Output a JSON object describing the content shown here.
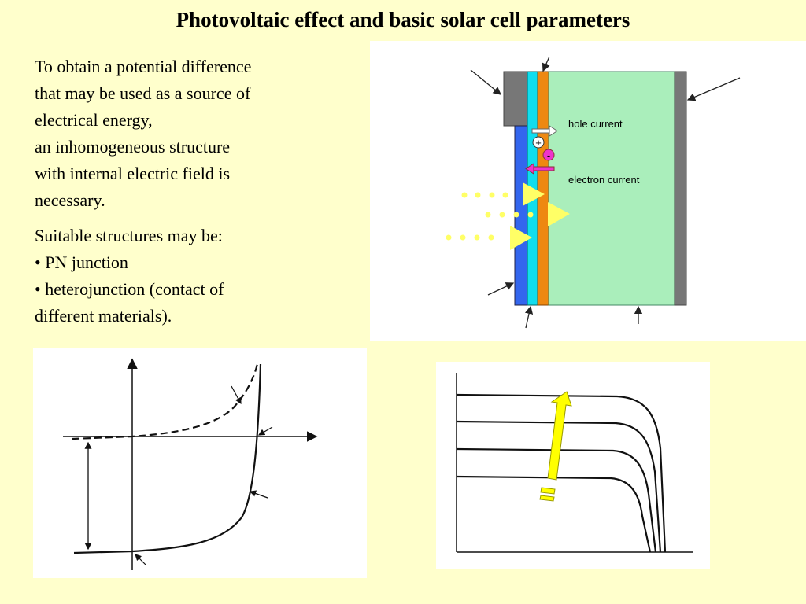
{
  "title": "Photovoltaic effect and basic solar cell parameters",
  "body": {
    "paragraph1": [
      "To obtain a potential difference",
      "that may be used as a source of",
      "electrical energy,",
      "an inhomogeneous structure",
      "with internal electric field is",
      "necessary."
    ],
    "paragraph2": [
      "Suitable structures may be:",
      "•  PN junction",
      "•  heterojunction (contact of",
      "different materials)."
    ]
  },
  "cell_diagram": {
    "hole_label": "hole current",
    "electron_label": "electron current",
    "plus_sign": "+",
    "minus_sign": "-",
    "colors": {
      "contact": "#777777",
      "n_layer": "#3366ee",
      "junction": "#11ddee",
      "depletion": "#ee8811",
      "p_layer": "#aaeebb",
      "light": "#ffff66",
      "hole": "#ffffff",
      "electron": "#ee33cc"
    }
  },
  "colors": {
    "background": "#ffffcc",
    "arrow_fill": "#ffff00",
    "arrow_stroke": "#999900"
  }
}
